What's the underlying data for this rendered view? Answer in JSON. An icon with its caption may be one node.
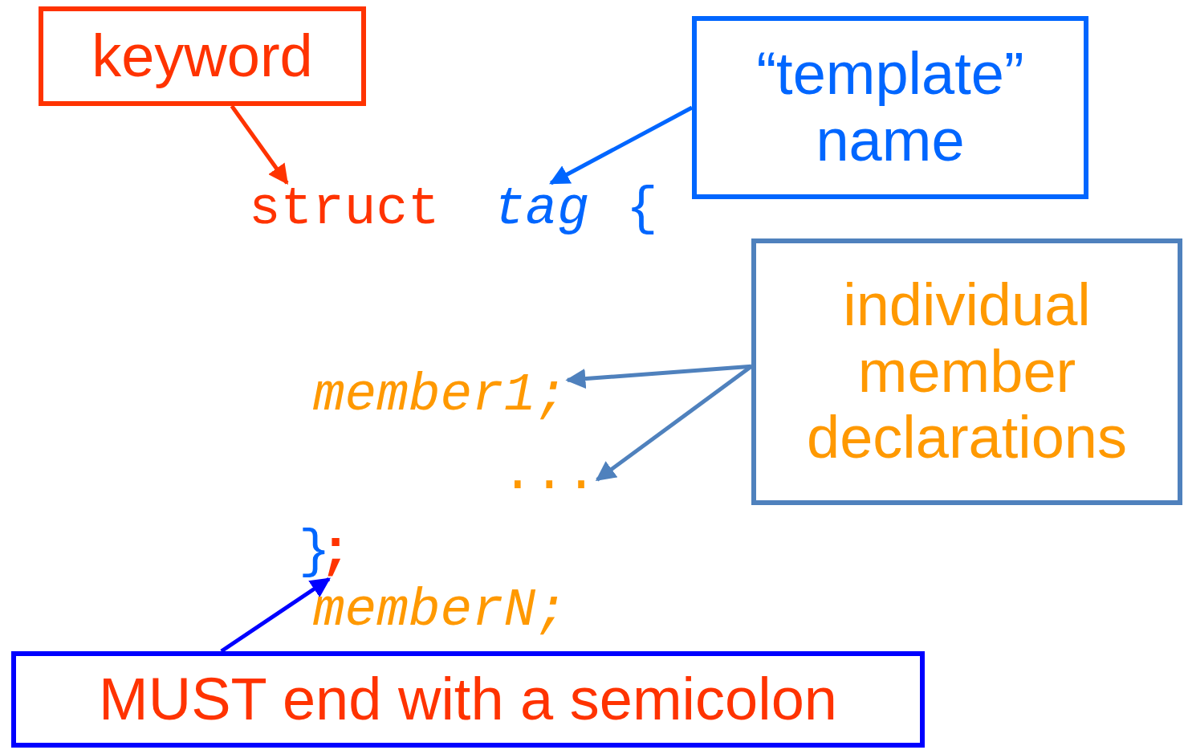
{
  "diagram": {
    "nodes": [
      {
        "text": [
          "keyword"
        ]
      },
      {
        "text": [
          "“template” name"
        ]
      },
      {
        "text": [
          "individual member declarations"
        ]
      },
      {
        "text": [
          "MUST end with a semicolon"
        ]
      },
      {
        "text": [
          "struct"
        ]
      },
      {
        "text": [
          "tag"
        ]
      },
      {
        "text": [
          "member1;"
        ]
      },
      {
        "text": [
          "..."
        ]
      },
      {
        "text": [
          ";"
        ]
      }
    ],
    "edges": [
      {
        "from": 0,
        "to": 4,
        "arrow": "to",
        "color": "#ff3300"
      },
      {
        "from": 1,
        "to": 5,
        "arrow": "to",
        "color": "#0066ff"
      },
      {
        "from": 2,
        "to": 6,
        "arrow": "to",
        "color": "#4f81bd"
      },
      {
        "from": 2,
        "to": 7,
        "arrow": "to",
        "color": "#4f81bd"
      },
      {
        "from": 3,
        "to": 8,
        "arrow": "to",
        "color": "#0000ff"
      }
    ],
    "labels": [
      "{",
      "}",
      "memberN;"
    ]
  }
}
